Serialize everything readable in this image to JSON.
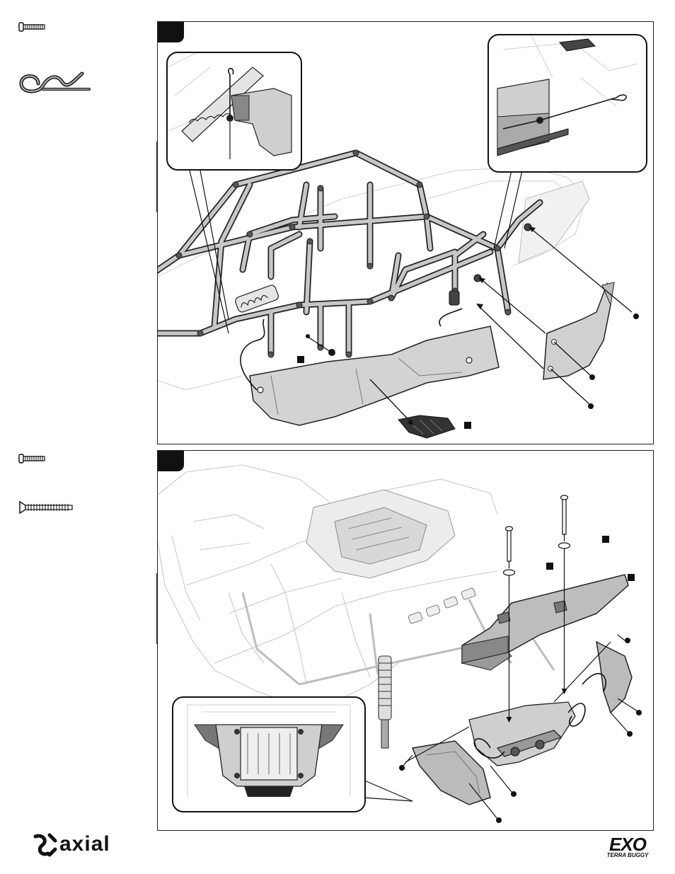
{
  "page": {
    "background": "#ffffff",
    "line_color": "#222222",
    "part_fill": "#bdbdbd",
    "dark_part_fill": "#555555"
  },
  "steps": [
    {
      "hardware": [
        "button-head-screw-icon",
        "body-clip-icon"
      ],
      "parts": [
        "roll-cage",
        "side-panel",
        "rear-side-panel",
        "body-clip",
        "dark-flap"
      ]
    },
    {
      "hardware": [
        "button-head-screw-icon",
        "flat-head-screw-icon"
      ],
      "parts": [
        "body-shell",
        "rear-wing",
        "rear-bumper",
        "left-rear-panel",
        "right-rear-panel"
      ]
    }
  ],
  "footer": {
    "brand_logo": "axial-logo",
    "brand_text": "axial",
    "product_logo_main": "EXO",
    "product_logo_sub": "TERRA BUGGY"
  }
}
